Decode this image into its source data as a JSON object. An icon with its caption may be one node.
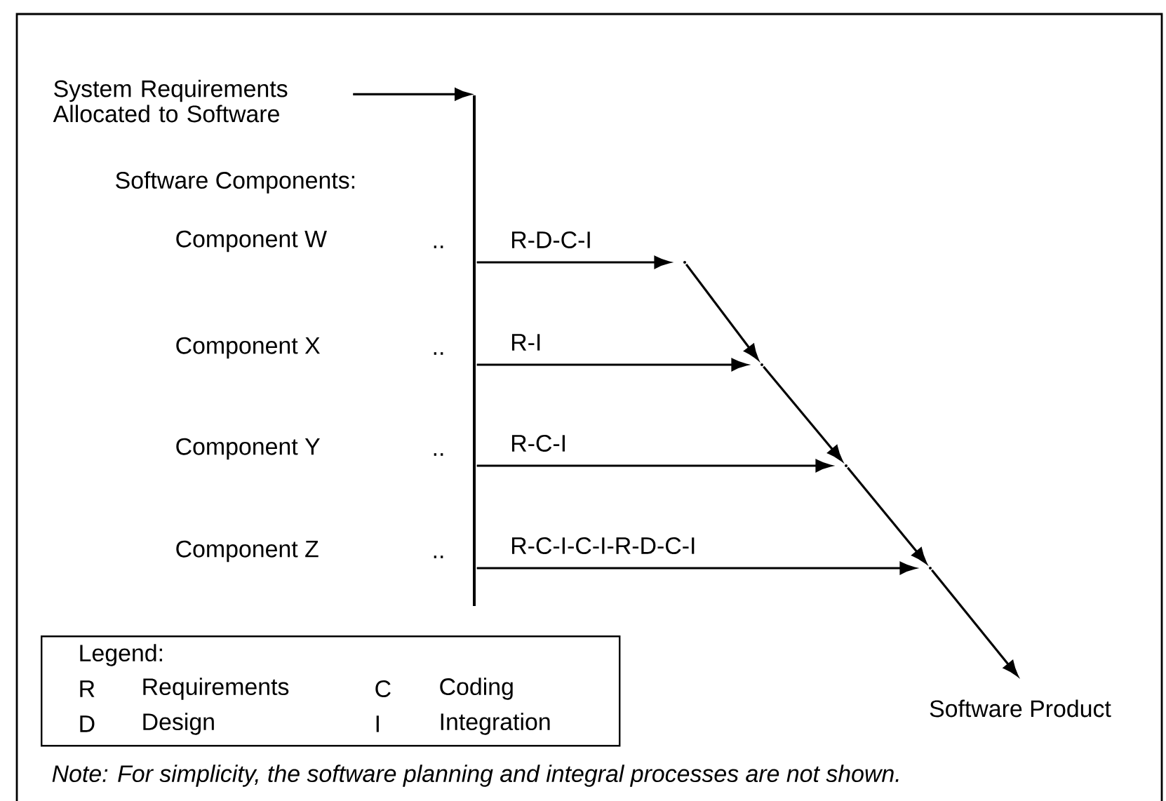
{
  "diagram": {
    "nodes": [
      {
        "text": [
          "System Requirements Allocated to Software"
        ]
      },
      {
        "text": [],
        "shape": "bar"
      },
      {
        "text": [],
        "shape": "point"
      },
      {
        "text": [],
        "shape": "point"
      },
      {
        "text": [],
        "shape": "point"
      },
      {
        "text": [],
        "shape": "point"
      },
      {
        "text": [
          "Legend:",
          "R",
          "Requirements",
          "C",
          "Coding",
          "D",
          "Design",
          "I",
          "Integration"
        ]
      },
      {
        "text": [
          "Software Product"
        ]
      }
    ],
    "edges": [
      {
        "from": 0,
        "to": 1,
        "arrow": "to"
      },
      {
        "from": 1,
        "to": 2,
        "arrow": "to",
        "label": "R-D-C-I"
      },
      {
        "from": 1,
        "to": 3,
        "arrow": "to",
        "label": "R-I"
      },
      {
        "from": 1,
        "to": 4,
        "arrow": "to",
        "label": "R-C-I"
      },
      {
        "from": 1,
        "to": 5,
        "arrow": "to",
        "label": "R-C-I-C-I-R-D-C-I"
      },
      {
        "from": 2,
        "to": 3,
        "arrow": "to"
      },
      {
        "from": 3,
        "to": 4,
        "arrow": "to"
      },
      {
        "from": 4,
        "to": 5,
        "arrow": "to"
      },
      {
        "from": 5,
        "to": 7,
        "arrow": "to"
      }
    ],
    "labels": [
      "Software Components:",
      "Component W",
      "..",
      "Component X",
      "..",
      "Component Y",
      "..",
      "Component Z",
      "..",
      "Note: For simplicity, the software planning and integral processes are not shown."
    ]
  }
}
